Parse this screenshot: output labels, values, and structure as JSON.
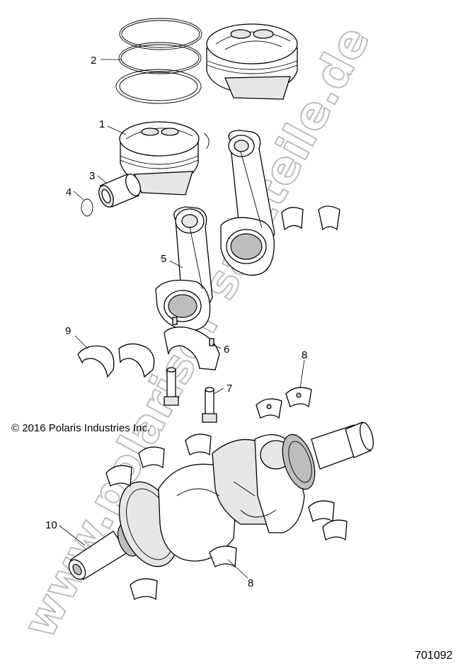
{
  "watermark": "www.polariser satzteile.de",
  "copyright": "© 2016 Polaris Industries Inc.",
  "figure_number": "701092",
  "callouts": {
    "c1": "1",
    "c2": "2",
    "c3": "3",
    "c4": "4",
    "c5": "5",
    "c6": "6",
    "c7": "7",
    "c8a": "8",
    "c8b": "8",
    "c9": "9",
    "c10": "10"
  }
}
